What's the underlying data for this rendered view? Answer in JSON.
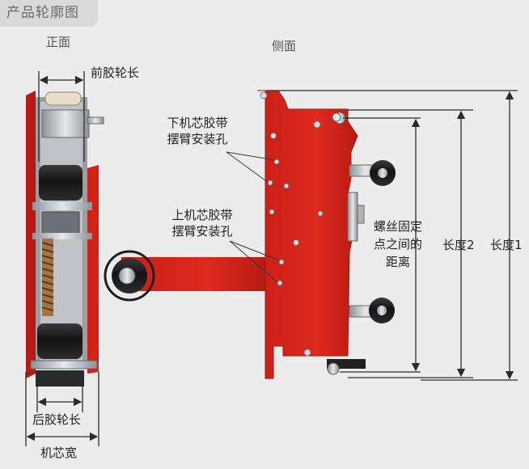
{
  "header": {
    "tag": "产品轮廓图"
  },
  "views": {
    "front": "正面",
    "side": "侧面"
  },
  "labels": {
    "front_roller_length": "前胶轮长",
    "rear_roller_length": "后胶轮长",
    "core_width": "机芯宽",
    "lower_arm_holes": [
      "下机芯胶带",
      "摆臂安装孔"
    ],
    "upper_arm_holes": [
      "上机芯胶带",
      "摆臂安装孔"
    ],
    "screw_distance": [
      "螺丝固定",
      "点之间的",
      "距离"
    ],
    "length2": "长度2",
    "length1": "长度1"
  },
  "colors": {
    "background": "#ececec",
    "plate_red": "#d9261c",
    "dimension_line": "#2b2b2b",
    "roller_black": "#1e1e1e",
    "steel": "#c9ccd0"
  }
}
